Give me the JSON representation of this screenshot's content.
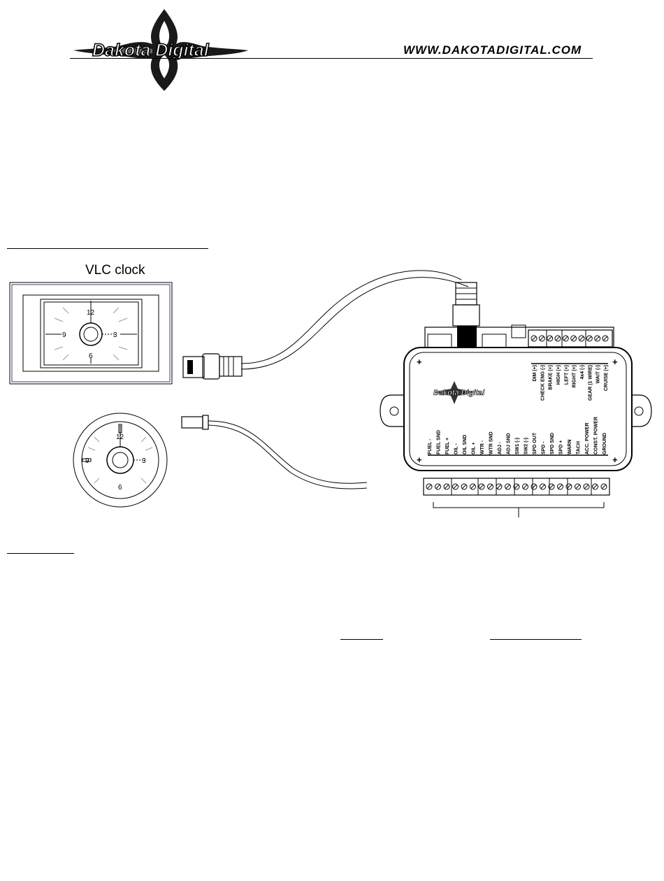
{
  "header": {
    "logo_text": "Dakota Digital",
    "website": "WWW.DAKOTADIGITAL.COM"
  },
  "diagram": {
    "clock_label": "VLC clock",
    "clock_numbers": [
      "12",
      "3",
      "6",
      "9"
    ],
    "module_logo_text": "Dakota Digital",
    "top_terminals": [
      "DIM (+)",
      "CHECK ENG (-)",
      "BRAKE (+)",
      "HIGH (+)",
      "LEFT (+)",
      "RIGHT (+)",
      "4x4 (-)",
      "GEAR (1 WIRE)",
      "WAIT (-)",
      "CRUISE (+)"
    ],
    "bottom_terminals": [
      "FUEL -",
      "FUEL SND",
      "FUEL +",
      "OIL -",
      "OIL SND",
      "OIL +",
      "WTR -",
      "WTR SND",
      "ADJ -",
      "ADJ SND",
      "SW1 (-)",
      "SW2 (-)",
      "SPD OUT",
      "SPD -",
      "SPD SND",
      "SPD +",
      "WARN",
      "TACH",
      "ACC. POWER",
      "CONST. POWER",
      "GROUND"
    ]
  }
}
